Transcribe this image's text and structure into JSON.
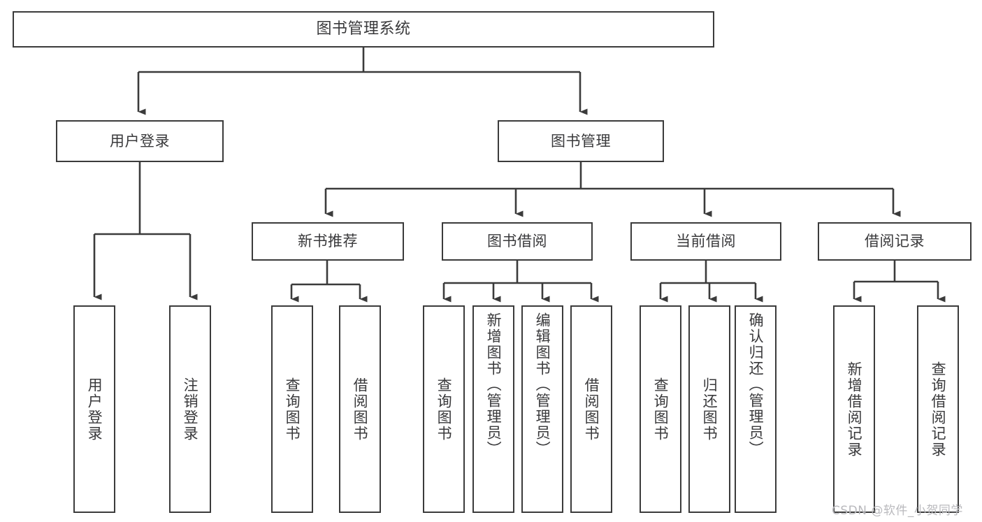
{
  "diagram": {
    "type": "hierarchy-tree",
    "root": {
      "label": "图书管理系统"
    },
    "level2": [
      {
        "label": "用户登录"
      },
      {
        "label": "图书管理"
      }
    ],
    "level3": [
      {
        "label": "新书推荐"
      },
      {
        "label": "图书借阅"
      },
      {
        "label": "当前借阅"
      },
      {
        "label": "借阅记录"
      }
    ],
    "leaves": {
      "user_login": [
        {
          "label": "用户登录"
        },
        {
          "label": "注销登录"
        }
      ],
      "new_book_recommend": [
        {
          "label": "查询图书"
        },
        {
          "label": "借阅图书"
        }
      ],
      "book_borrow": [
        {
          "label": "查询图书"
        },
        {
          "label": "新增图书（管理员）"
        },
        {
          "label": "编辑图书（管理员）"
        },
        {
          "label": "借阅图书"
        }
      ],
      "current_loan": [
        {
          "label": "查询图书"
        },
        {
          "label": "归还图书"
        },
        {
          "label": "确认归还（管理员）"
        }
      ],
      "loan_record": [
        {
          "label": "新增借阅记录"
        },
        {
          "label": "查询借阅记录"
        }
      ]
    }
  },
  "watermark": {
    "text": "CSDN @软件_小贺同学"
  },
  "colors": {
    "stroke": "#3b3b3b",
    "text": "#39393b",
    "background": "#ffffff",
    "watermark": "#b9b9bd"
  }
}
